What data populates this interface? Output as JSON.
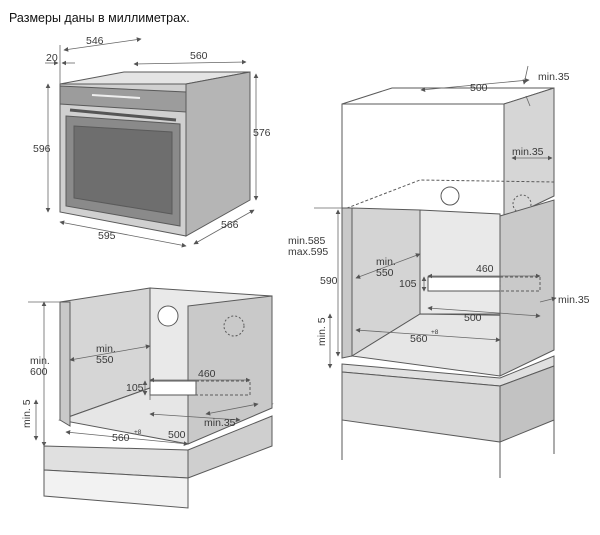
{
  "caption": "Размеры даны в миллиметрах.",
  "oven": {
    "depth_total": "546",
    "width_top": "560",
    "front_depth": "20",
    "height_front": "596",
    "height_body": "576",
    "width_front": "595",
    "depth_body": "566"
  },
  "cabinet_under": {
    "height_min": "min.\n600",
    "depth_min": "min.\n550",
    "bottom_min": "min. 5",
    "vent_w": "460",
    "vent_h": "105",
    "width": "560",
    "width_tol": "+8",
    "depth_bottom": "500",
    "side_min": "min.35"
  },
  "cabinet_column": {
    "top_width": "500",
    "top_min": "min.35",
    "side_min_top": "min.35",
    "height_range": "min.585\nmax.595",
    "height": "590",
    "depth_min": "min.\n550",
    "vent_w": "460",
    "vent_h": "105",
    "side_min": "min.35",
    "depth_bottom": "500",
    "bottom_min": "min. 5",
    "width": "560",
    "width_tol": "+8"
  },
  "colors": {
    "panel": "#d3d3d3",
    "panel_dark": "#b9b9b9",
    "line": "#5a5a5a",
    "oven_body": "#c4c4c4",
    "oven_glass": "#7d7d7d"
  }
}
